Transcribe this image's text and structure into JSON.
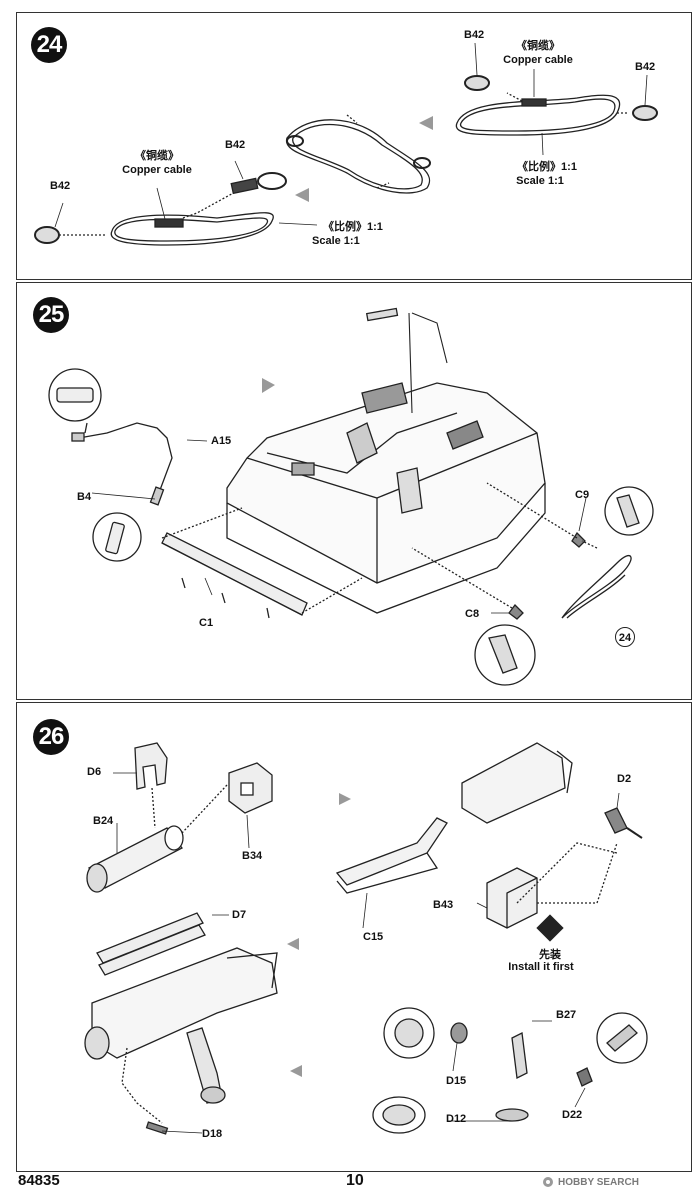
{
  "page": {
    "kit_number": "84835",
    "page_number": "10",
    "watermark": "HOBBY SEARCH"
  },
  "step24": {
    "number": "24",
    "left_group": {
      "part_a": "B42",
      "part_b": "B42",
      "cable_cn": "《铜缆》",
      "cable_en": "Copper cable",
      "scale_cn": "《比例》1:1",
      "scale_en": "Scale 1:1"
    },
    "right_group": {
      "part_a": "B42",
      "part_b": "B42",
      "cable_cn": "《铜缆》",
      "cable_en": "Copper cable",
      "scale_cn": "《比例》1:1",
      "scale_en": "Scale 1:1"
    }
  },
  "step25": {
    "number": "25",
    "parts": {
      "a15": "A15",
      "b4": "B4",
      "c1": "C1",
      "c9": "C9",
      "c8": "C8"
    },
    "ref_step": "24"
  },
  "step26": {
    "number": "26",
    "parts": {
      "d6": "D6",
      "b24": "B24",
      "b34": "B34",
      "d7": "D7",
      "d18": "D18",
      "d2": "D2",
      "c15": "C15",
      "b43": "B43",
      "b27": "B27",
      "d15": "D15",
      "d12": "D12",
      "d22": "D22"
    },
    "note_cn": "先装",
    "note_en": "Install it first"
  }
}
